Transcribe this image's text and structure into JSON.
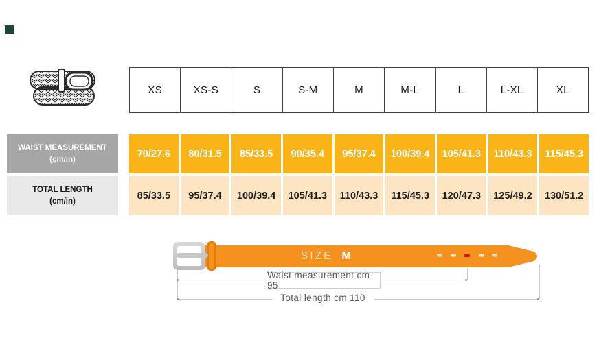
{
  "table": {
    "size_headers": [
      "XS",
      "XS-S",
      "S",
      "S-M",
      "M",
      "M-L",
      "L",
      "L-XL",
      "XL"
    ],
    "waist_row": {
      "label": "WAIST MEASUREMENT",
      "unit": "(cm/in)",
      "values": [
        "70/27.6",
        "80/31.5",
        "85/33.5",
        "90/35.4",
        "95/37.4",
        "100/39.4",
        "105/41.3",
        "110/43.3",
        "115/45.3"
      ]
    },
    "length_row": {
      "label": "TOTAL LENGTH",
      "unit": "(cm/in)",
      "values": [
        "85/33.5",
        "95/37.4",
        "100/39.4",
        "105/41.3",
        "110/43.3",
        "115/45.3",
        "120/47.3",
        "125/49.2",
        "130/51.2"
      ]
    }
  },
  "belt_diagram": {
    "size_word": "SIZE",
    "size_value": "M",
    "waist_dimension": "Waist measurement cm 95",
    "length_dimension": "Total length cm 110"
  },
  "colors": {
    "waist_cell": "#fbb418",
    "length_cell": "#fce4c3",
    "waist_label_bg": "#a6a6a6",
    "length_label_bg": "#e9e9e9",
    "belt_orange": "#f5911e",
    "active_hole_red": "#d21405",
    "corner_mark": "#1d4634"
  }
}
